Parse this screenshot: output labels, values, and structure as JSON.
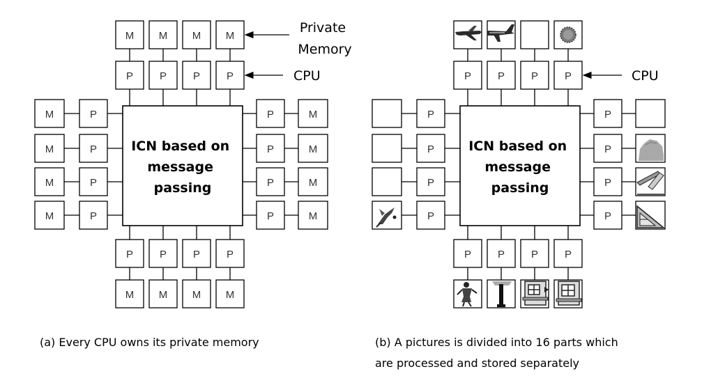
{
  "panel_a": {
    "center_label": [
      "ICN based on",
      "message",
      "passing"
    ],
    "processor_label": "P",
    "memory_label": "M",
    "annotation_memory": [
      "Private",
      "Memory"
    ],
    "annotation_cpu": "CPU",
    "caption": "(a) Every CPU owns its private memory"
  },
  "panel_b": {
    "center_label": [
      "ICN based on",
      "message",
      "passing"
    ],
    "processor_label": "P",
    "annotation_cpu": "CPU",
    "caption": [
      "(b) A pictures is divided into 16 parts which",
      "are processed and stored separately"
    ],
    "picture_tiles": {
      "top": [
        "airplane-nose-icon",
        "airplane-tail-icon",
        "blank",
        "sun-icon"
      ],
      "left": [
        "blank",
        "blank",
        "blank",
        "bird-icon"
      ],
      "right": [
        "blank",
        "tree-canopy-icon",
        "window-corner-icon",
        "window-corner-icon"
      ],
      "bottom": [
        "person-icon",
        "tree-trunk-icon",
        "house-window-icon",
        "house-window-icon"
      ]
    }
  }
}
